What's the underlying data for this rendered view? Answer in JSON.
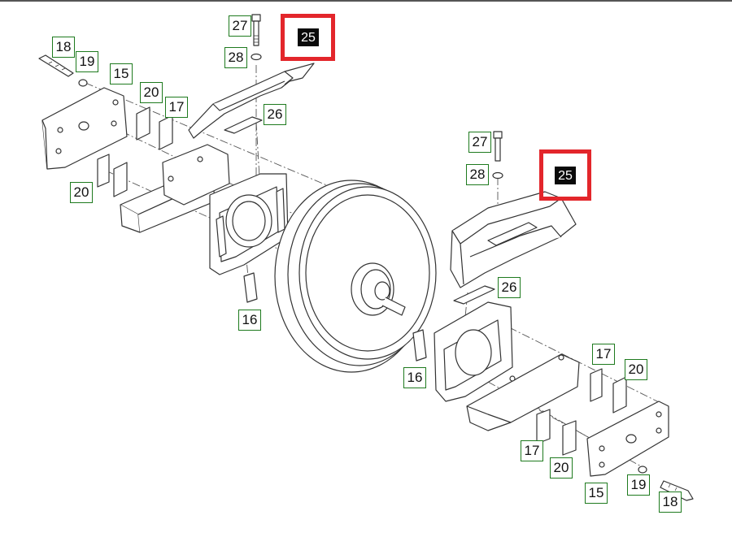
{
  "diagram": {
    "colors": {
      "highlight": "#e3262b",
      "callout_border": "#1e7a1e",
      "selected_fill": "#0a0a0a",
      "line": "#333333"
    },
    "callouts": [
      {
        "id": "c27a",
        "label": "27"
      },
      {
        "id": "c28a",
        "label": "28"
      },
      {
        "id": "c25a",
        "label": "25",
        "selected": true
      },
      {
        "id": "c18a",
        "label": "18"
      },
      {
        "id": "c19a",
        "label": "19"
      },
      {
        "id": "c15a",
        "label": "15"
      },
      {
        "id": "c20a",
        "label": "20"
      },
      {
        "id": "c17a",
        "label": "17"
      },
      {
        "id": "c26a",
        "label": "26"
      },
      {
        "id": "c20b",
        "label": "20"
      },
      {
        "id": "c16a",
        "label": "16"
      },
      {
        "id": "c27b",
        "label": "27"
      },
      {
        "id": "c28b",
        "label": "28"
      },
      {
        "id": "c25b",
        "label": "25",
        "selected": true
      },
      {
        "id": "c26b",
        "label": "26"
      },
      {
        "id": "c16b",
        "label": "16"
      },
      {
        "id": "c17b",
        "label": "17"
      },
      {
        "id": "c20c",
        "label": "20"
      },
      {
        "id": "c17c",
        "label": "17"
      },
      {
        "id": "c20d",
        "label": "20"
      },
      {
        "id": "c15b",
        "label": "15"
      },
      {
        "id": "c19b",
        "label": "19"
      },
      {
        "id": "c18b",
        "label": "18"
      }
    ]
  }
}
